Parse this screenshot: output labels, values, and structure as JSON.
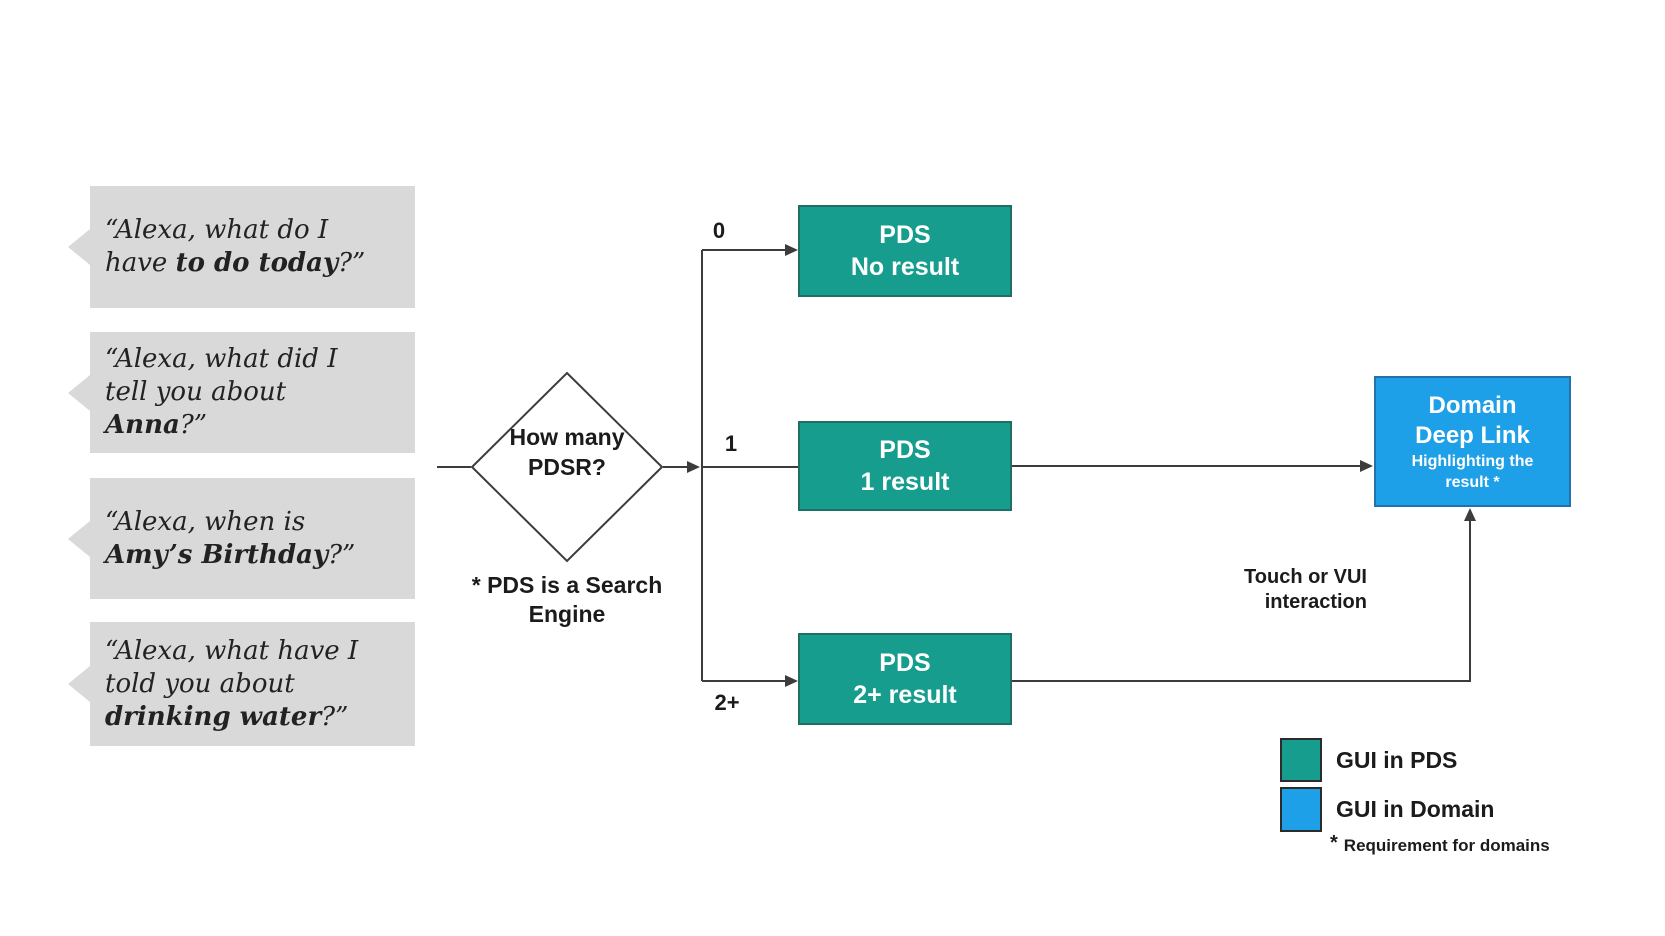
{
  "quotes": {
    "items": [
      {
        "pre": "“Alexa, what do I\nhave ",
        "bold": "to do today",
        "post": "?”"
      },
      {
        "pre": "“Alexa, what did I\ntell you about\n",
        "bold": "Anna",
        "post": "?”"
      },
      {
        "pre": "“Alexa, when is\n",
        "bold": "Amy’s Birthday",
        "post": "?”"
      },
      {
        "pre": "“Alexa, what have I\ntold you about\n",
        "bold": "drinking water",
        "post": "?”"
      }
    ]
  },
  "decision": {
    "question": "How\nmany\nPDSR?",
    "footnote": "* PDS is a\nSearch Engine"
  },
  "branches": {
    "zero": {
      "label": "0",
      "box": "PDS\nNo result"
    },
    "one": {
      "label": "1",
      "box": "PDS\n1 result"
    },
    "two_plus": {
      "label": "2+",
      "box": "PDS\n2+ result"
    }
  },
  "domain_box": {
    "title": "Domain\nDeep Link",
    "subtitle": "Highlighting the\nresult *"
  },
  "annotations": {
    "touch": "Touch or VUI\ninteraction"
  },
  "legend": {
    "items": [
      {
        "label": "GUI in PDS"
      },
      {
        "label": "GUI in Domain"
      }
    ],
    "footnote_star": "*",
    "footnote": "Requirement for domains"
  },
  "colors": {
    "pds_teal": "#169d8d",
    "domain_blue": "#1ea0e9",
    "bubble_gray": "#d9d9d9",
    "connector": "#3c3c3c"
  }
}
